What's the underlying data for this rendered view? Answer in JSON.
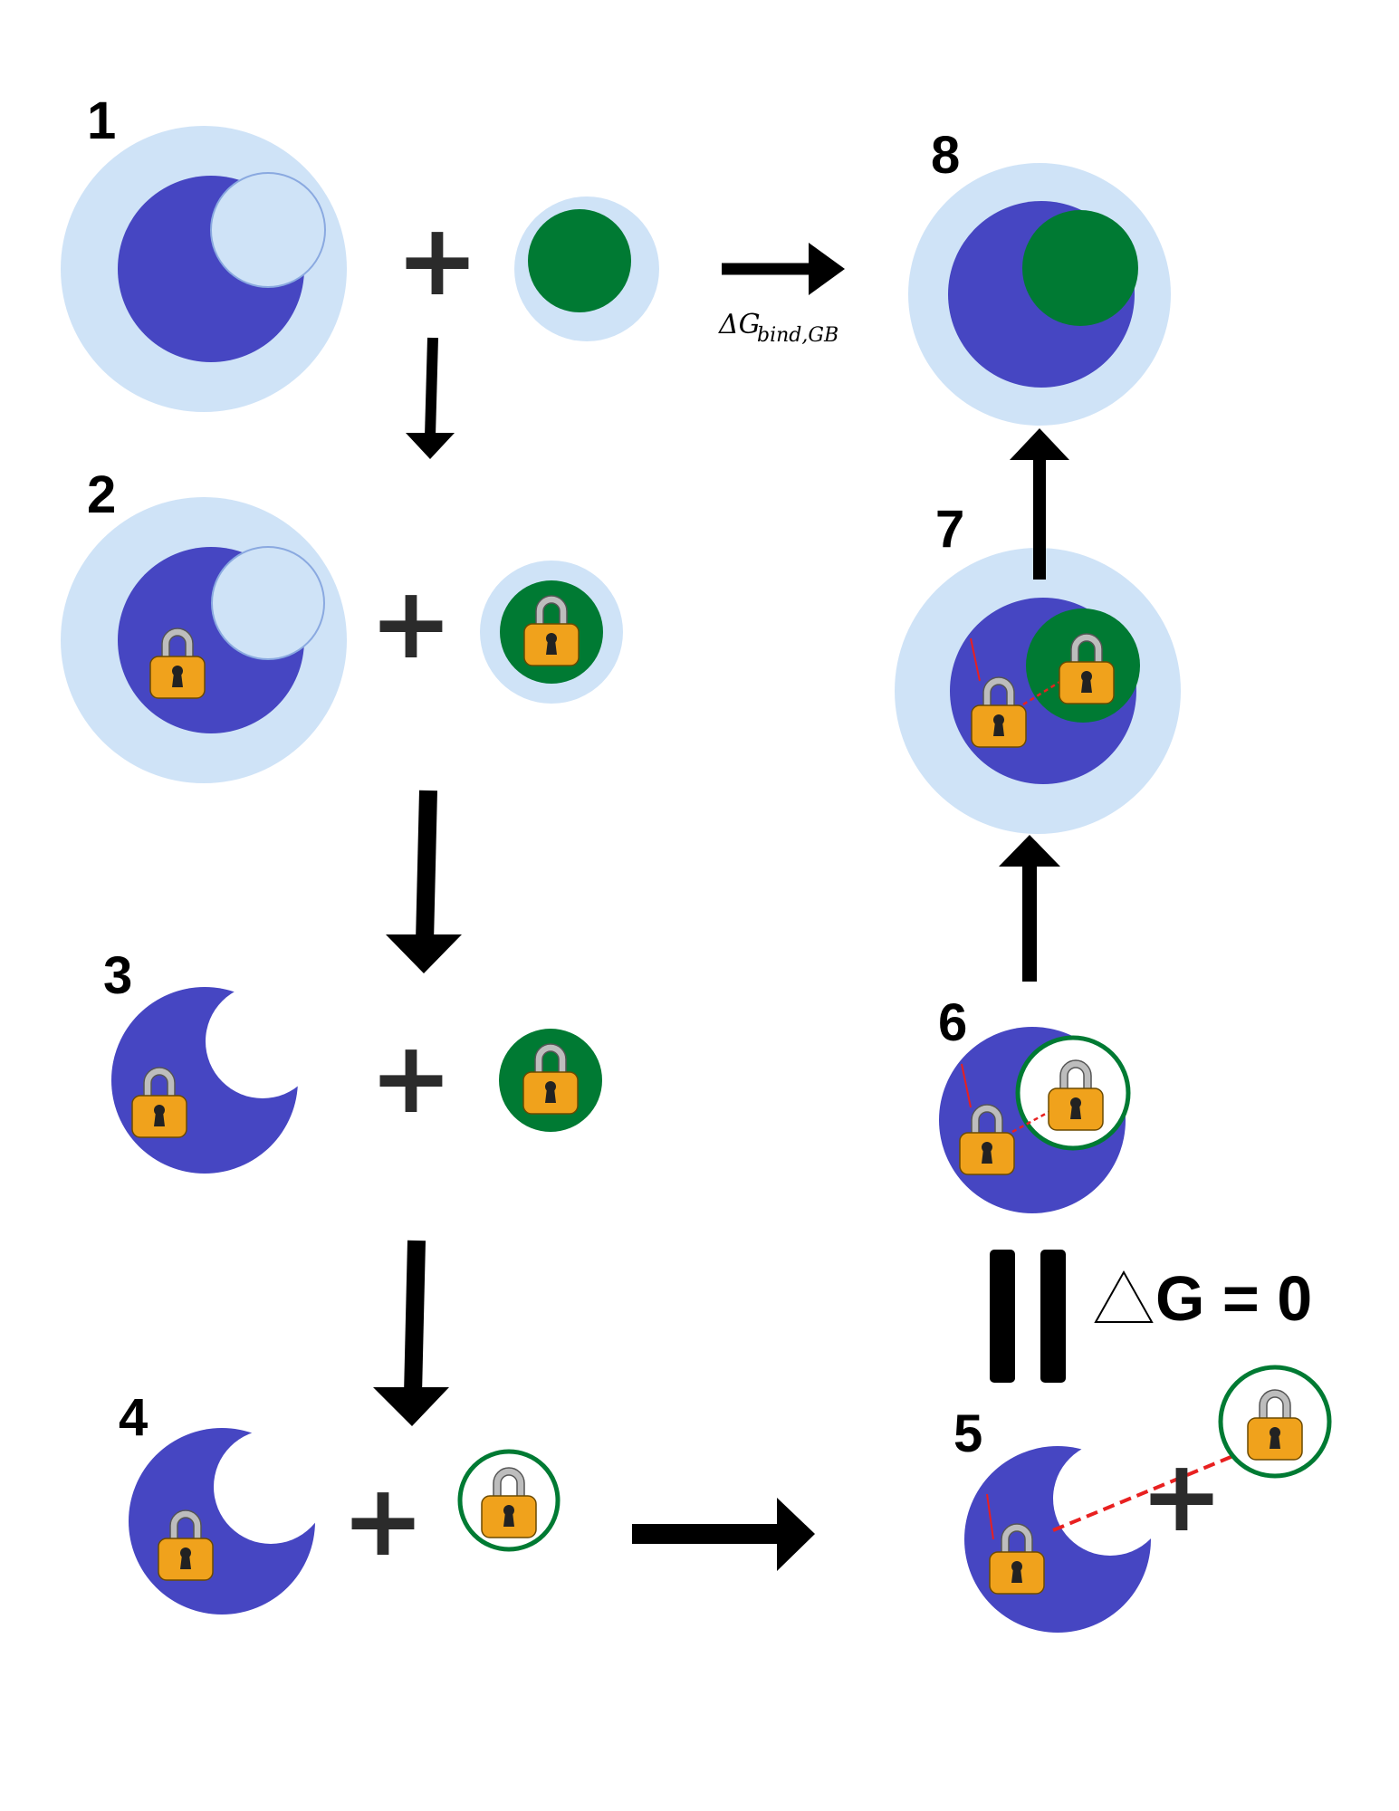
{
  "steps": [
    {
      "number": "1"
    },
    {
      "number": "2"
    },
    {
      "number": "3"
    },
    {
      "number": "4"
    },
    {
      "number": "5"
    },
    {
      "number": "6"
    },
    {
      "number": "7"
    },
    {
      "number": "8"
    }
  ],
  "plus_sign": "+",
  "binding_energy_label": {
    "delta": "ΔG",
    "subscript": "bind,GB"
  },
  "equality_label": "G = 0",
  "colors": {
    "protein": "#4646c2",
    "ligand": "#007a33",
    "solvent": "#cfe3f7",
    "lock_body": "#f0a21c",
    "lock_shackle": "#bdbdbd",
    "restraint": "#e82020",
    "arrow": "#000000"
  },
  "icons": [
    "lock-icon",
    "arrow-icon",
    "plus-icon",
    "triangle-icon",
    "equals-bars-icon"
  ]
}
